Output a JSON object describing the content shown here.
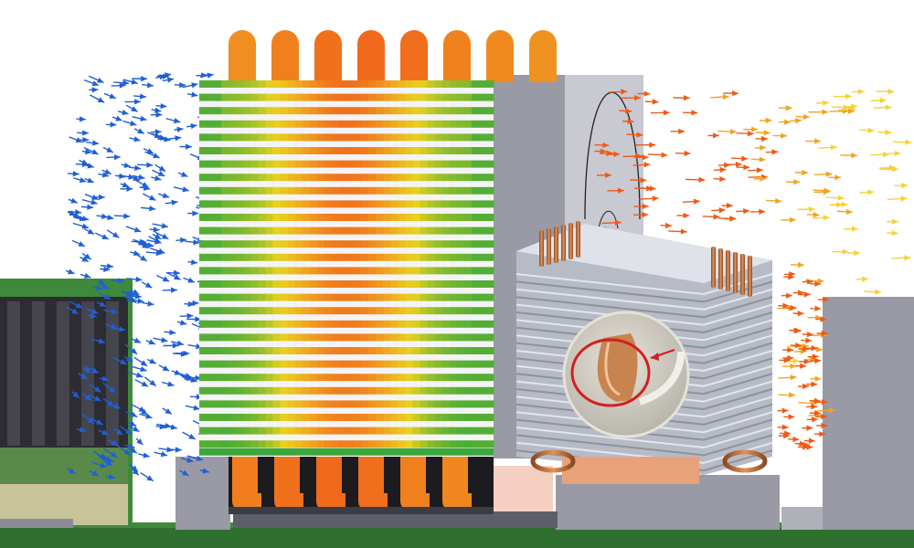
{
  "scene": {
    "subject": "cpu-cooler-airflow-simulation",
    "colors": {
      "background": "#ffffff",
      "motherboard_green": "#3f8a3a",
      "chassis_gray": "#9a9aa6",
      "chassis_dark": "#5e5e68",
      "fin_hot_a": "#f06a1c",
      "fin_warm": "#f0a020",
      "fin_mid": "#e8d21e",
      "fin_cool": "#3aa83a",
      "heatpipe_hot": "#e8541a",
      "heatpipe_warm": "#f29a22",
      "inflow_arrow": "#1f5fd6",
      "outflow_hot": "#ee5a16",
      "outflow_warm": "#f3a321",
      "outflow_light": "#f5d23a",
      "copper": "#c4703a",
      "aluminum_fin": "#c9cdd6",
      "detail_circle": "#d51e1e"
    },
    "icons": [
      "arrow-icon",
      "magnifier-circle-icon",
      "heatpipe-icon"
    ],
    "heatpipe_temperature_levels": [
      0.55,
      0.72,
      0.92,
      1.0,
      0.95,
      0.7,
      0.6,
      0.5
    ]
  }
}
